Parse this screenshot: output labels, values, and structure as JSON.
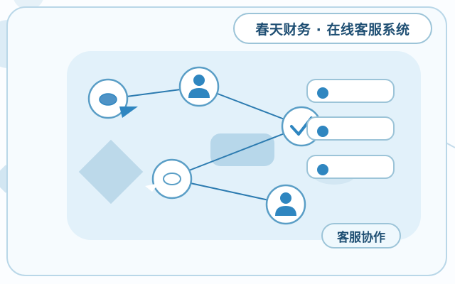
{
  "header": {
    "title": "春天财务 · 在线客服系统"
  },
  "footer": {
    "tag": "客服协作"
  },
  "nodes": [
    {
      "id": "chat-bubble-node",
      "icon": "chat-bubble-icon"
    },
    {
      "id": "agent-node-top",
      "icon": "user-icon"
    },
    {
      "id": "check-node",
      "icon": "checkmark-icon"
    },
    {
      "id": "message-node",
      "icon": "message-bubble-icon"
    },
    {
      "id": "agent-node-bottom",
      "icon": "user-icon"
    }
  ],
  "ticket_cards": [
    {
      "status_icon": "dot-icon"
    },
    {
      "status_icon": "dot-icon"
    },
    {
      "status_icon": "dot-icon"
    }
  ],
  "colors": {
    "accent": "#2f86c0",
    "ring": "#5a9ec6",
    "panel": "#e2f1fa",
    "text": "#1f4f73"
  }
}
